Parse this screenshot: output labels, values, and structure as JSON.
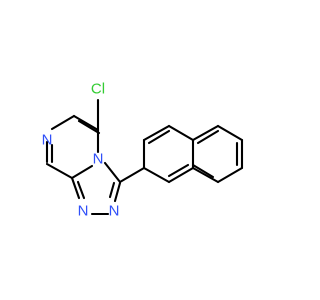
{
  "atoms": [
    {
      "id": "cl",
      "symbol": "Cl",
      "color": "#33cc33"
    },
    {
      "id": "n4",
      "symbol": "N",
      "color": "#3050f8"
    },
    {
      "id": "n_pyrazine",
      "symbol": "N",
      "color": "#3050f8"
    },
    {
      "id": "n1",
      "symbol": "N",
      "color": "#3050f8"
    },
    {
      "id": "n2",
      "symbol": "N",
      "color": "#3050f8"
    }
  ],
  "colors": {
    "bond": "#000000",
    "background": "#ffffff"
  }
}
